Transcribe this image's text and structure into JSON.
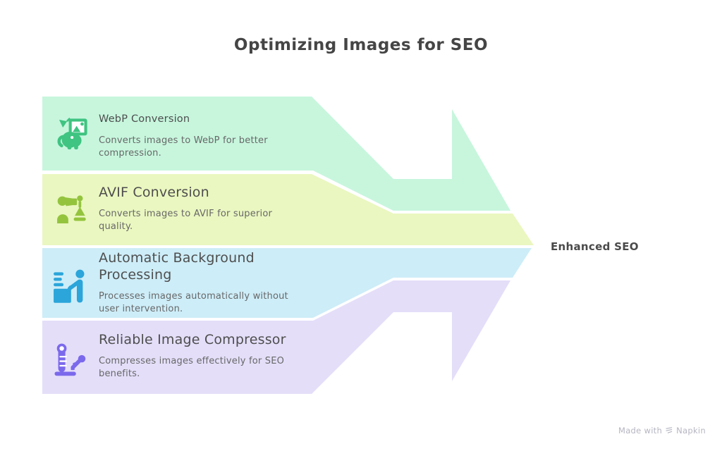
{
  "title": "Optimizing Images for SEO",
  "colors": {
    "background": "#ffffff",
    "title_text": "#454545",
    "heading_text": "#4e4e4e",
    "body_text": "#686868",
    "result_text": "#4a4a4a",
    "footer_text": "#b5b5c2"
  },
  "bands": [
    {
      "id": "webp-conversion",
      "band_color": "#c7f6dd",
      "icon_color": "#3fc481",
      "icon": "elephant-image-pen-icon",
      "heading": "WebP Conversion",
      "description": "Converts images to WebP for better compression."
    },
    {
      "id": "avif-conversion",
      "band_color": "#eaf7c0",
      "icon_color": "#94c43e",
      "icon": "robot-arm-piece-icon",
      "heading": "AVIF Conversion",
      "description": "Converts images to AVIF for superior quality."
    },
    {
      "id": "automatic-background-processing",
      "band_color": "#cdedf8",
      "icon_color": "#2ba5da",
      "icon": "person-desk-icon",
      "heading": "Automatic Background Processing",
      "description": "Processes images automatically without user intervention."
    },
    {
      "id": "reliable-image-compressor",
      "band_color": "#e4def9",
      "icon_color": "#7b69ec",
      "icon": "gauge-brush-icon",
      "heading": "Reliable Image Compressor",
      "description": "Compresses images effectively for SEO benefits."
    }
  ],
  "result_label": "Enhanced SEO",
  "footer": {
    "prefix": "Made with",
    "brand": "Napkin",
    "icon": "napkin-scribble-icon"
  }
}
